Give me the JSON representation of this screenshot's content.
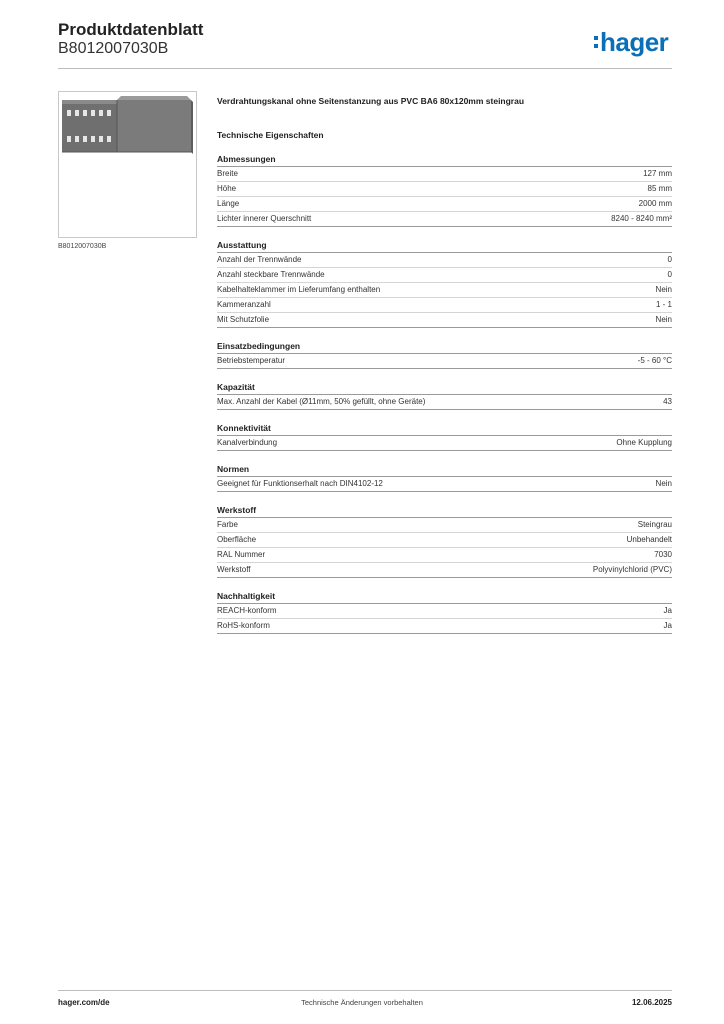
{
  "header": {
    "title": "Produktdatenblatt",
    "subtitle": "B8012007030B",
    "logo_text": "hager",
    "logo_color": "#0a6fb7"
  },
  "product": {
    "image_caption": "B8012007030B",
    "name": "Verdrahtungskanal ohne Seitenstanzung aus PVC BA6 80x120mm steingrau",
    "tech_title": "Technische Eigenschaften"
  },
  "sections": [
    {
      "heading": "Abmessungen",
      "rows": [
        {
          "label": "Breite",
          "value": "127 mm"
        },
        {
          "label": "Höhe",
          "value": "85 mm"
        },
        {
          "label": "Länge",
          "value": "2000 mm"
        },
        {
          "label": "Lichter innerer Querschnitt",
          "value": "8240 - 8240 mm²"
        }
      ]
    },
    {
      "heading": "Ausstattung",
      "rows": [
        {
          "label": "Anzahl der Trennwände",
          "value": "0"
        },
        {
          "label": "Anzahl steckbare Trennwände",
          "value": "0"
        },
        {
          "label": "Kabelhalteklammer im Lieferumfang enthalten",
          "value": "Nein"
        },
        {
          "label": "Kammeranzahl",
          "value": "1 - 1"
        },
        {
          "label": "Mit Schutzfolie",
          "value": "Nein"
        }
      ]
    },
    {
      "heading": "Einsatzbedingungen",
      "rows": [
        {
          "label": "Betriebstemperatur",
          "value": "-5 - 60 °C"
        }
      ]
    },
    {
      "heading": "Kapazität",
      "rows": [
        {
          "label": "Max. Anzahl der Kabel (Ø11mm, 50% gefüllt, ohne Geräte)",
          "value": "43"
        }
      ]
    },
    {
      "heading": "Konnektivität",
      "rows": [
        {
          "label": "Kanalverbindung",
          "value": "Ohne Kupplung"
        }
      ]
    },
    {
      "heading": "Normen",
      "rows": [
        {
          "label": "Geeignet für Funktionserhalt nach DIN4102-12",
          "value": "Nein"
        }
      ]
    },
    {
      "heading": "Werkstoff",
      "rows": [
        {
          "label": "Farbe",
          "value": "Steingrau"
        },
        {
          "label": "Oberfläche",
          "value": "Unbehandelt"
        },
        {
          "label": "RAL Nummer",
          "value": "7030"
        },
        {
          "label": "Werkstoff",
          "value": "Polyvinylchlorid (PVC)"
        }
      ]
    },
    {
      "heading": "Nachhaltigkeit",
      "rows": [
        {
          "label": "REACH-konform",
          "value": "Ja"
        },
        {
          "label": "RoHS-konform",
          "value": "Ja"
        }
      ]
    }
  ],
  "footer": {
    "left": "hager.com/de",
    "center": "Technische Änderungen vorbehalten",
    "right": "12.06.2025"
  }
}
